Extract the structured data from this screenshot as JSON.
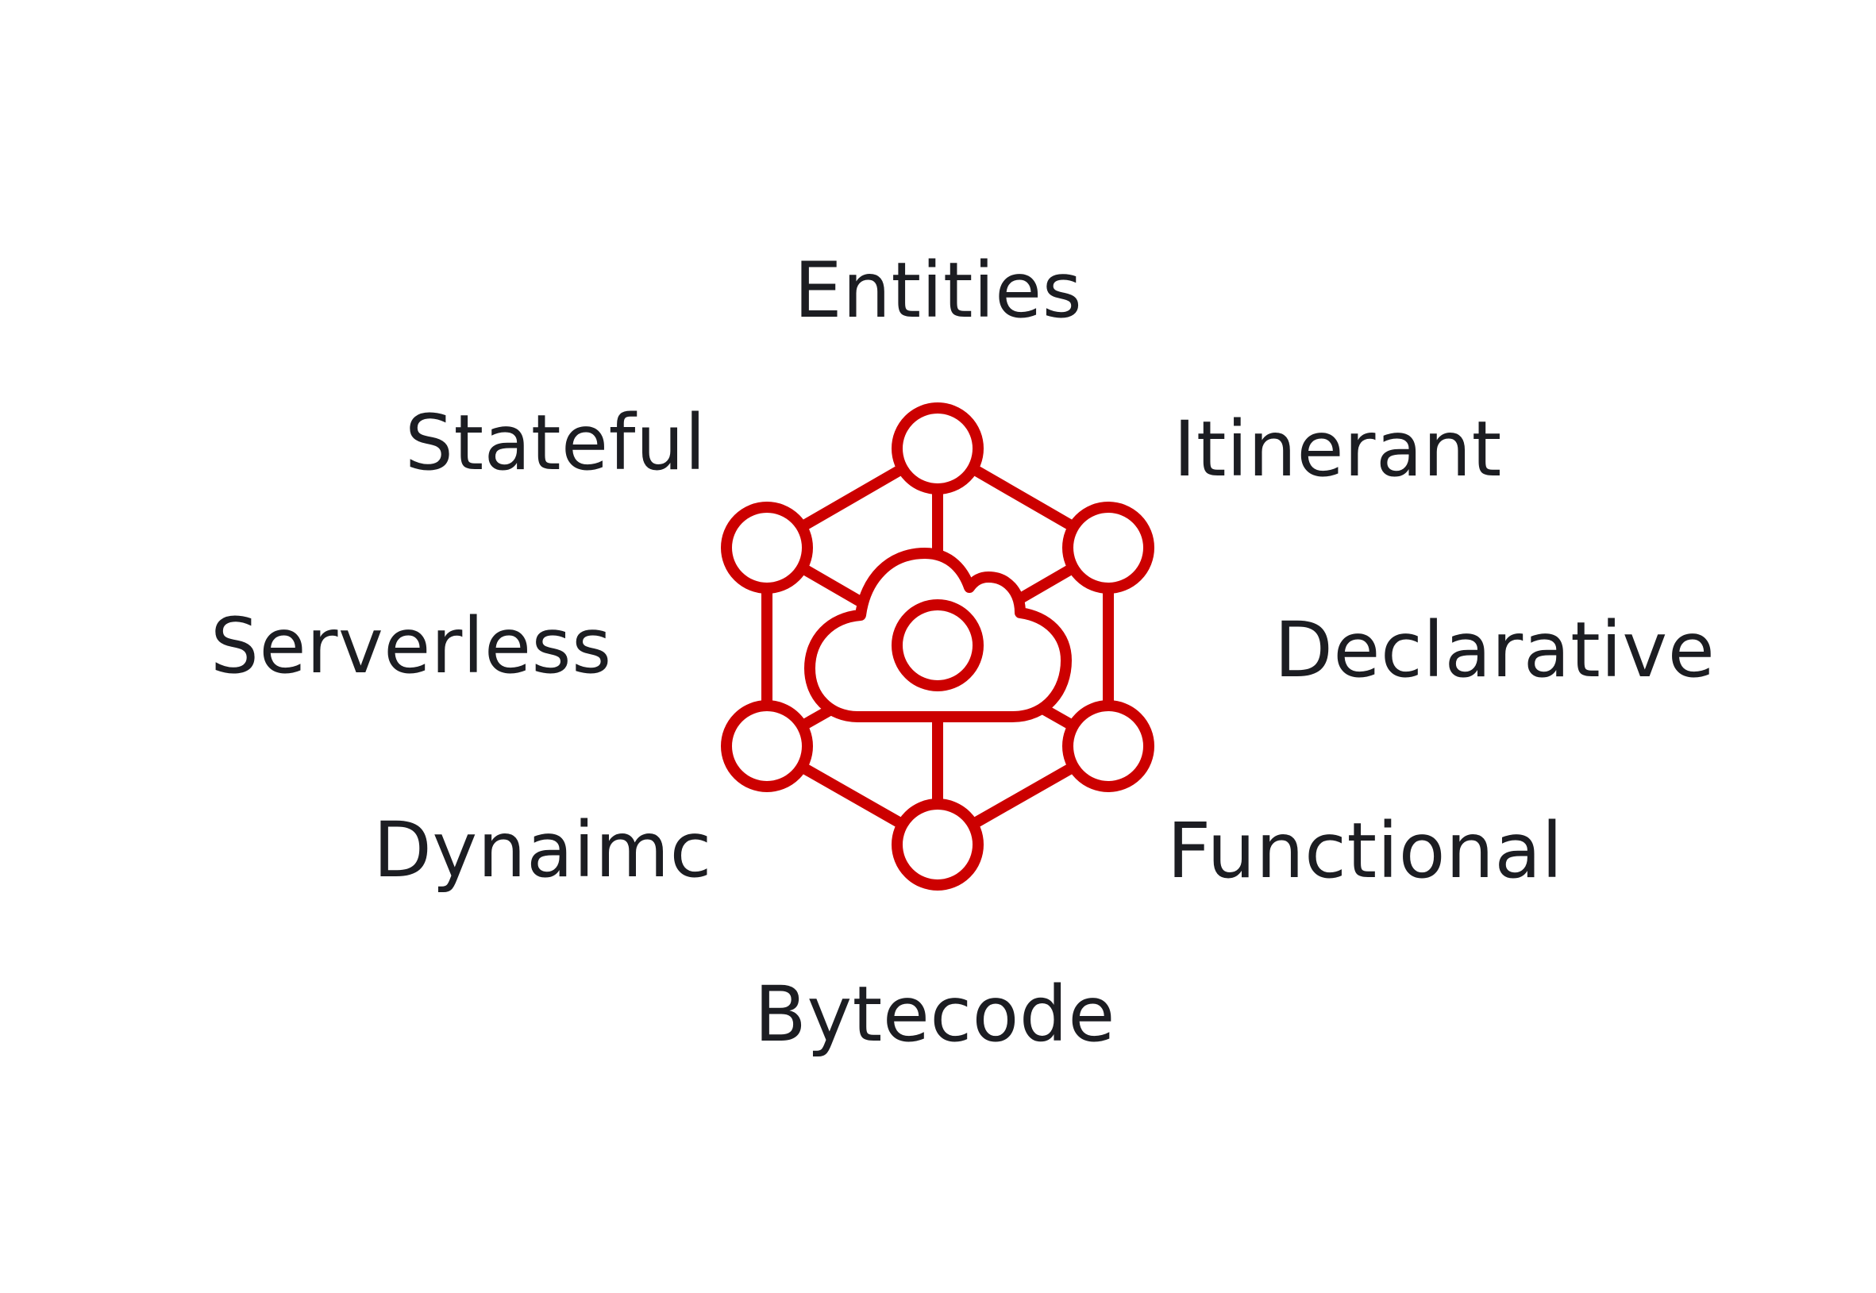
{
  "colors": {
    "background": "#ffffff",
    "text": "#1c1d22",
    "accent": "#cc0000"
  },
  "icon": "cloud-network-icon",
  "terms": {
    "top": "Entities",
    "upper_left": "Stateful",
    "upper_right": "Itinerant",
    "mid_left": "Serverless",
    "mid_right": "Declarative",
    "lower_left": "Dynaimc",
    "lower_right": "Functional",
    "bottom": "Bytecode"
  }
}
